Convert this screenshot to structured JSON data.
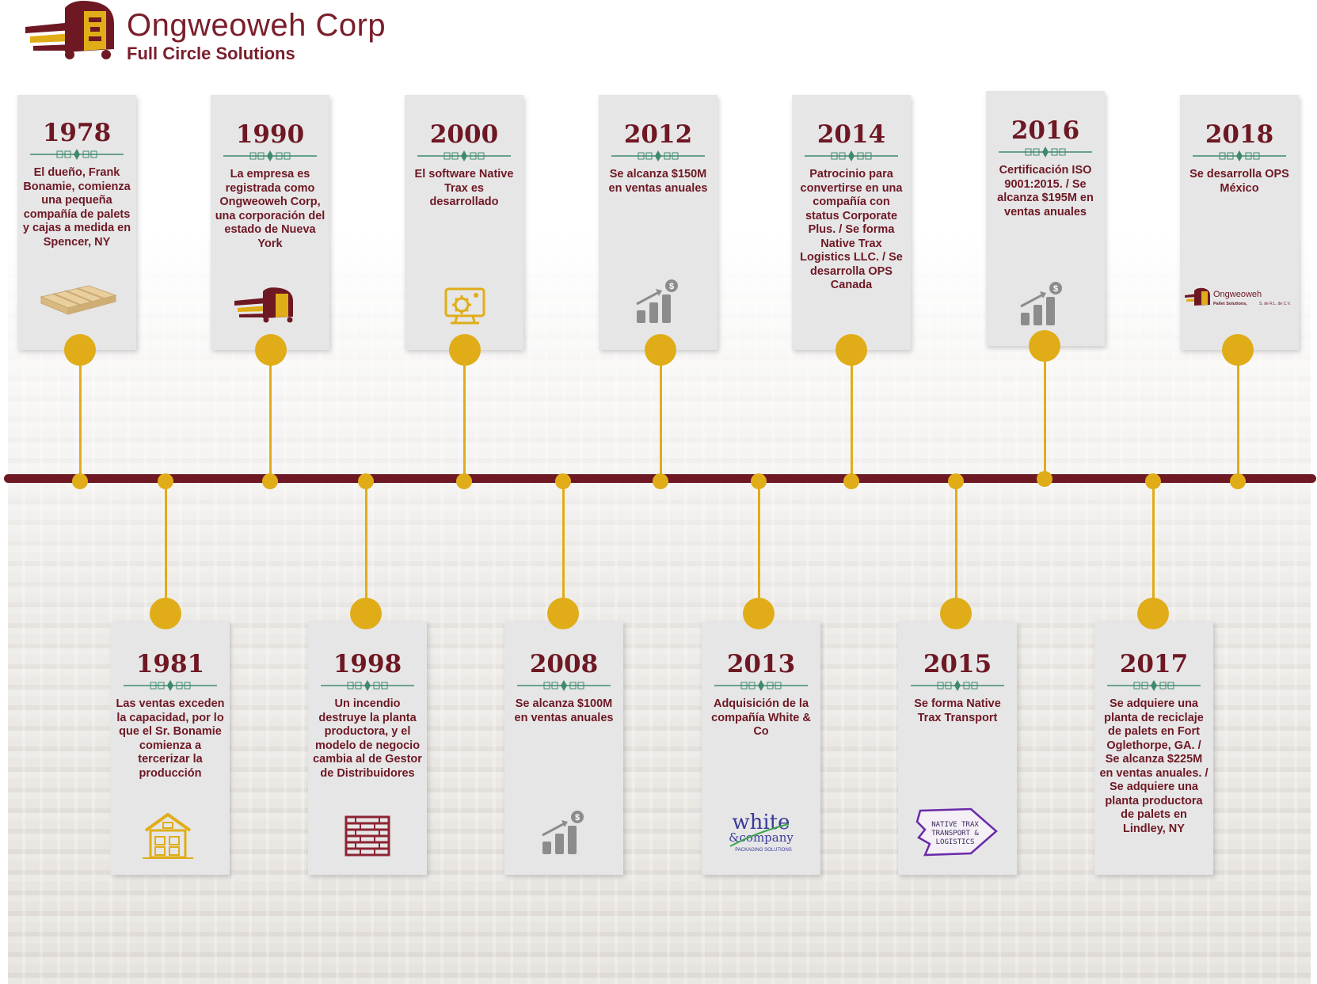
{
  "header": {
    "company_name": "Ongweoweh Corp",
    "tagline": "Full Circle Solutions"
  },
  "colors": {
    "brand_maroon": "#6e1823",
    "accent_gold": "#e0ad18",
    "ornament_green": "#3f8a6c",
    "card_gray": "#e6e6e7"
  },
  "milestones_top": [
    {
      "year": "1978",
      "text": "El dueño, Frank Bonamie, comienza una pequeña compañía de palets y cajas a medida en Spencer, NY",
      "icon": "wooden-pallet-icon"
    },
    {
      "year": "1990",
      "text": "La empresa es registrada como Ongweoweh Corp, una corporación del estado de Nueva York",
      "icon": "ongweoweh-logo-icon"
    },
    {
      "year": "2000",
      "text": "El software Native Trax es desarrollado",
      "icon": "monitor-gear-icon"
    },
    {
      "year": "2012",
      "text": "Se alcanza $150M en ventas anuales",
      "icon": "growth-chart-icon"
    },
    {
      "year": "2014",
      "text": "Patrocinio para convertirse en una compañía con status Corporate Plus. / Se forma Native Trax Logistics LLC. / Se desarrolla OPS Canada",
      "icon": ""
    },
    {
      "year": "2016",
      "text": "Certificación ISO 9001:2015. / Se alcanza $195M en ventas anuales",
      "icon": "growth-chart-icon"
    },
    {
      "year": "2018",
      "text": "Se desarrolla OPS México",
      "icon": "ops-mexico-logo-icon"
    }
  ],
  "milestones_bottom": [
    {
      "year": "1981",
      "text": "Las ventas exceden la capacidad, por lo que el Sr. Bonamie comienza a tercerizar la producción",
      "icon": "warehouse-icon"
    },
    {
      "year": "1998",
      "text": "Un incendio destruye la planta productora, y el modelo de negocio cambia al de Gestor de Distribuidores",
      "icon": "pallet-stack-icon"
    },
    {
      "year": "2008",
      "text": "Se alcanza $100M en ventas anuales",
      "icon": "growth-chart-icon"
    },
    {
      "year": "2013",
      "text": "Adquisición de la compañía White & Co",
      "icon": "white-company-logo-icon"
    },
    {
      "year": "2015",
      "text": "Se forma Native Trax Transport",
      "icon": "native-trax-logo-icon"
    },
    {
      "year": "2017",
      "text": "Se adquiere una planta de reciclaje de palets en Fort Oglethorpe, GA. / Se alcanza $225M en ventas anuales. / Se adquiere una planta productora de palets en Lindley, NY",
      "icon": ""
    }
  ],
  "logos": {
    "ops_mexico_name": "Ongweoweh",
    "ops_mexico_sub": "Pallet Solutions,",
    "ops_mexico_suffix": "S. de R.L. de C.V.",
    "white_co_main": "white",
    "white_co_sub": "&company",
    "white_co_line": "PACKAGING SOLUTIONS",
    "native_trax_lines": [
      "NATIVE TRAX",
      "TRANSPORT &",
      "LOGISTICS"
    ],
    "chart_dollar": "$"
  }
}
